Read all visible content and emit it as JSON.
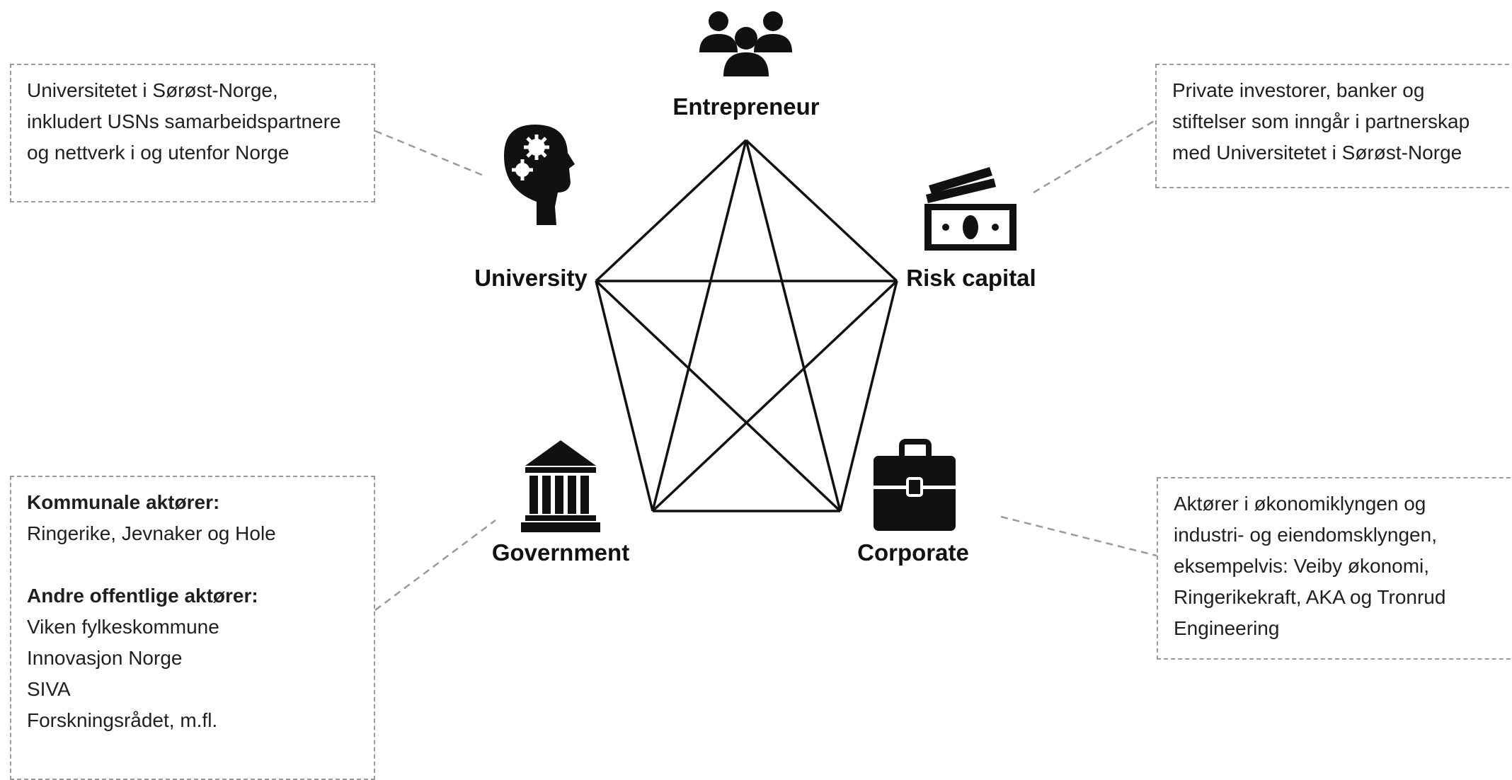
{
  "nodes": {
    "entrepreneur": {
      "label": "Entrepreneur",
      "icon": "people-group-icon"
    },
    "university": {
      "label": "University",
      "icon": "head-gears-icon"
    },
    "risk_capital": {
      "label": "Risk capital",
      "icon": "money-stack-icon"
    },
    "government": {
      "label": "Government",
      "icon": "bank-building-icon"
    },
    "corporate": {
      "label": "Corporate",
      "icon": "briefcase-icon"
    }
  },
  "boxes": {
    "university": {
      "lines": [
        "Universitetet i Sørøst-Norge,",
        "inkludert USNs samarbeidspartnere",
        "og nettverk i og utenfor Norge"
      ]
    },
    "risk_capital": {
      "lines": [
        "Private investorer, banker og",
        "stiftelser som inngår i partnerskap",
        "med Universitetet i Sørøst-Norge"
      ]
    },
    "government": {
      "heading1": "Kommunale aktører:",
      "line1": "Ringerike, Jevnaker og Hole",
      "heading2": "Andre offentlige aktører:",
      "lines2": [
        "Viken fylkeskommune",
        "Innovasjon Norge",
        "SIVA",
        "Forskningsrådet, m.fl."
      ]
    },
    "corporate": {
      "lines": [
        "Aktører i økonomiklyngen og",
        "industri- og eiendomsklyngen,",
        "eksempelvis: Veiby økonomi,",
        "Ringerikekraft, AKA og Tronrud",
        "Engineering"
      ]
    }
  },
  "colors": {
    "line": "#111111",
    "dash": "#9a9a9a",
    "icon": "#111111"
  }
}
